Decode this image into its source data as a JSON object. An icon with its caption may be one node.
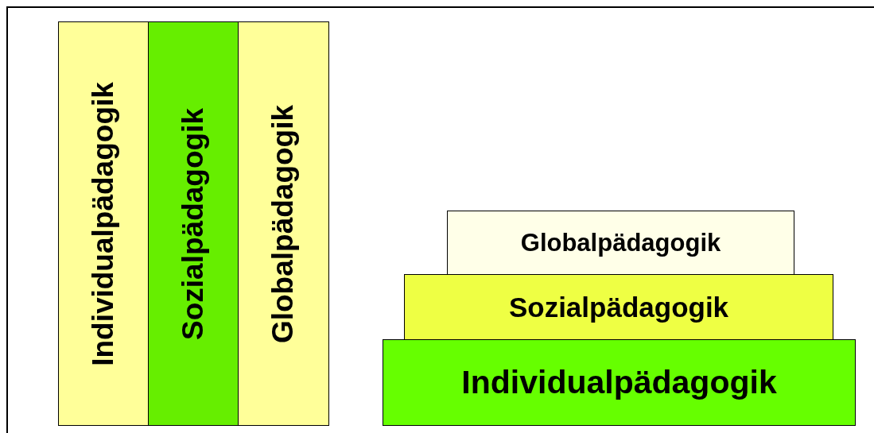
{
  "diagram": {
    "nodes": [
      {
        "text": [
          "Individualpädagogik"
        ]
      },
      {
        "text": [
          "Sozialpädagogik"
        ]
      },
      {
        "text": [
          "Globalpädagogik"
        ]
      },
      {
        "text": [
          "Globalpädagogik"
        ]
      },
      {
        "text": [
          "Sozialpädagogik"
        ]
      },
      {
        "text": [
          "Individualpädagogik"
        ]
      }
    ]
  }
}
